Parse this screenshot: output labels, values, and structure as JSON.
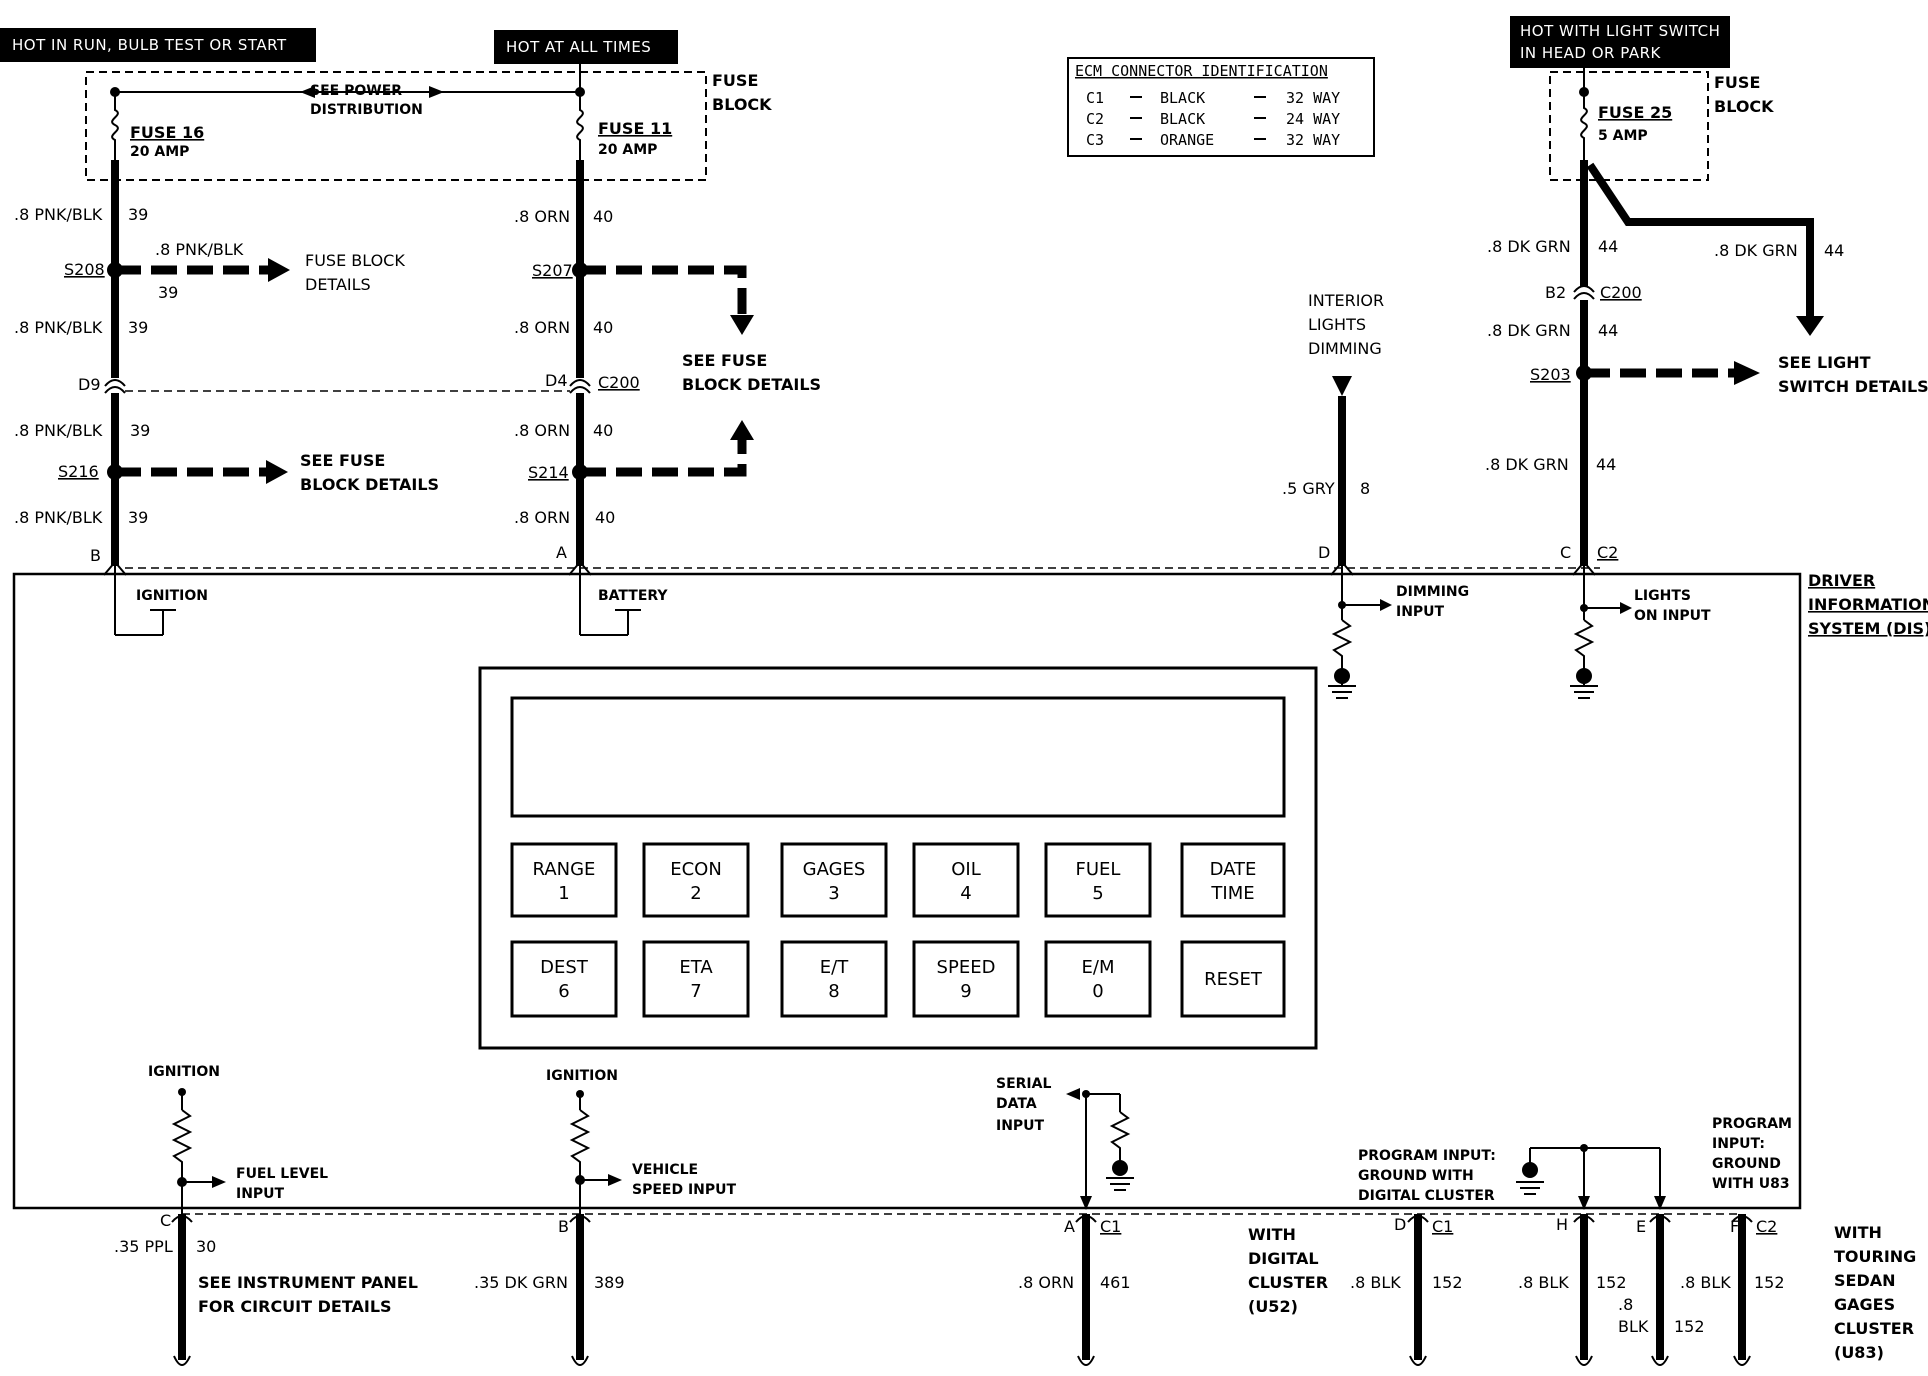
{
  "hot_labels": {
    "run": "HOT IN RUN, BULB TEST OR START",
    "always": "HOT AT ALL TIMES",
    "light_switch_1": "HOT WITH LIGHT SWITCH",
    "light_switch_2": "IN HEAD OR PARK"
  },
  "fuse_block": {
    "label_1": "FUSE",
    "label_2": "BLOCK",
    "see_power_1": "SEE POWER",
    "see_power_2": "DISTRIBUTION",
    "fuses": [
      {
        "name": "FUSE 16",
        "rating": "20 AMP"
      },
      {
        "name": "FUSE 11",
        "rating": "20 AMP"
      },
      {
        "name": "FUSE 25",
        "rating": "5 AMP"
      }
    ]
  },
  "ecm_table": {
    "title": "ECM CONNECTOR IDENTIFICATION",
    "rows": [
      {
        "id": "C1",
        "color": "BLACK",
        "ways": "32 WAY"
      },
      {
        "id": "C2",
        "color": "BLACK",
        "ways": "24 WAY"
      },
      {
        "id": "C3",
        "color": "ORANGE",
        "ways": "32 WAY"
      }
    ]
  },
  "left_circuit": {
    "wire": ".8 PNK/BLK",
    "circuit": "39",
    "splice_1": "S208",
    "splice_2": "S216",
    "connector_pin": "D9",
    "pin": "B",
    "details_1": "FUSE BLOCK",
    "details_2": "DETAILS",
    "see_fuse_1": "SEE FUSE",
    "see_fuse_2": "BLOCK DETAILS"
  },
  "mid_circuit": {
    "wire": ".8 ORN",
    "circuit": "40",
    "splice_1": "S207",
    "splice_2": "S214",
    "connector_pin": "D4",
    "connector": "C200",
    "pin": "A",
    "see_fuse_1": "SEE FUSE",
    "see_fuse_2": "BLOCK DETAILS"
  },
  "dimming_circuit": {
    "title_1": "INTERIOR",
    "title_2": "LIGHTS",
    "title_3": "DIMMING",
    "wire": ".5 GRY",
    "circuit": "8",
    "pin": "D",
    "input_1": "DIMMING",
    "input_2": "INPUT"
  },
  "right_circuit": {
    "wire": ".8 DK GRN",
    "circuit": "44",
    "connector_pin": "B2",
    "connector": "C200",
    "splice": "S203",
    "pin": "C",
    "conn2": "C2",
    "see_light_1": "SEE LIGHT",
    "see_light_2": "SWITCH DETAILS",
    "input_1": "LIGHTS",
    "input_2": "ON INPUT"
  },
  "dis": {
    "label_1": "DRIVER",
    "label_2": "INFORMATION",
    "label_3": "SYSTEM (DIS)",
    "ignition": "IGNITION",
    "battery": "BATTERY",
    "keys": [
      {
        "line1": "RANGE",
        "line2": "1"
      },
      {
        "line1": "ECON",
        "line2": "2"
      },
      {
        "line1": "GAGES",
        "line2": "3"
      },
      {
        "line1": "OIL",
        "line2": "4"
      },
      {
        "line1": "FUEL",
        "line2": "5"
      },
      {
        "line1": "DATE",
        "line2": "TIME"
      },
      {
        "line1": "DEST",
        "line2": "6"
      },
      {
        "line1": "ETA",
        "line2": "7"
      },
      {
        "line1": "E/T",
        "line2": "8"
      },
      {
        "line1": "SPEED",
        "line2": "9"
      },
      {
        "line1": "E/M",
        "line2": "0"
      },
      {
        "line1": "RESET",
        "line2": ""
      }
    ]
  },
  "bottom": {
    "ignition": "IGNITION",
    "fuel_1": "FUEL LEVEL",
    "fuel_2": "INPUT",
    "speed_1": "VEHICLE",
    "speed_2": "SPEED INPUT",
    "serial_1": "SERIAL",
    "serial_2": "DATA",
    "serial_3": "INPUT",
    "prog_dig_1": "PROGRAM INPUT:",
    "prog_dig_2": "GROUND WITH",
    "prog_dig_3": "DIGITAL CLUSTER",
    "prog_u83_1": "PROGRAM",
    "prog_u83_2": "INPUT:",
    "prog_u83_3": "GROUND",
    "prog_u83_4": "WITH U83",
    "fuel_wire": ".35 PPL",
    "fuel_circuit": "30",
    "fuel_pin": "C",
    "ipanel_1": "SEE INSTRUMENT PANEL",
    "ipanel_2": "FOR CIRCUIT DETAILS",
    "speed_wire": ".35 DK GRN",
    "speed_circuit": "389",
    "speed_pin": "B",
    "serial_wire": ".8 ORN",
    "serial_circuit": "461",
    "serial_pin": "A",
    "c1": "C1",
    "with_dig_1": "WITH",
    "with_dig_2": "DIGITAL",
    "with_dig_3": "CLUSTER",
    "with_dig_4": "(U52)",
    "gnd_wire": ".8 BLK",
    "gnd_circuit": "152",
    "pin_d": "D",
    "pin_h": "H",
    "pin_e": "E",
    "pin_f": "F",
    "c2": "C2",
    "blk_a": ".8",
    "blk_b": "BLK",
    "with_u83_1": "WITH",
    "with_u83_2": "TOURING",
    "with_u83_3": "SEDAN",
    "with_u83_4": "GAGES",
    "with_u83_5": "CLUSTER",
    "with_u83_6": "(U83)"
  }
}
